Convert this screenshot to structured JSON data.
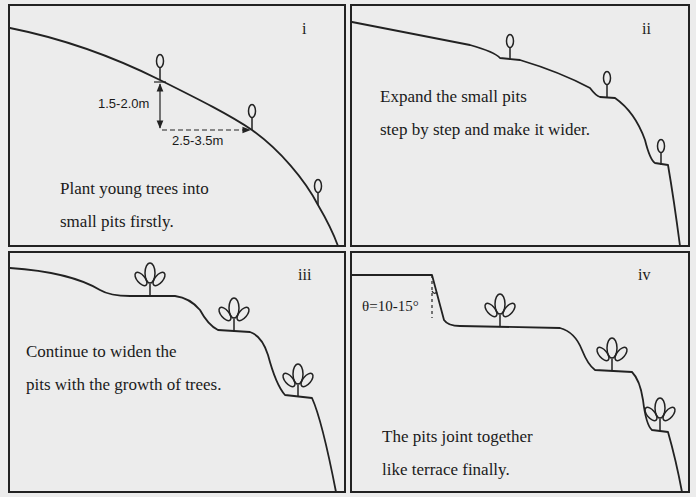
{
  "diagram": {
    "nodes": [
      {
        "text": [
          "i",
          "Plant young trees into small pits firstly."
        ]
      },
      {
        "text": [
          "ii",
          "Expand the small pits step by step and make it wider."
        ]
      },
      {
        "text": [
          "iii",
          "Continue to widen the pits with the growth of trees."
        ]
      },
      {
        "text": [
          "iv",
          "The pits joint together like terrace finally."
        ]
      }
    ],
    "labels": [
      "1.5-2.0m",
      "2.5-3.5m",
      "θ=10-15°"
    ]
  }
}
